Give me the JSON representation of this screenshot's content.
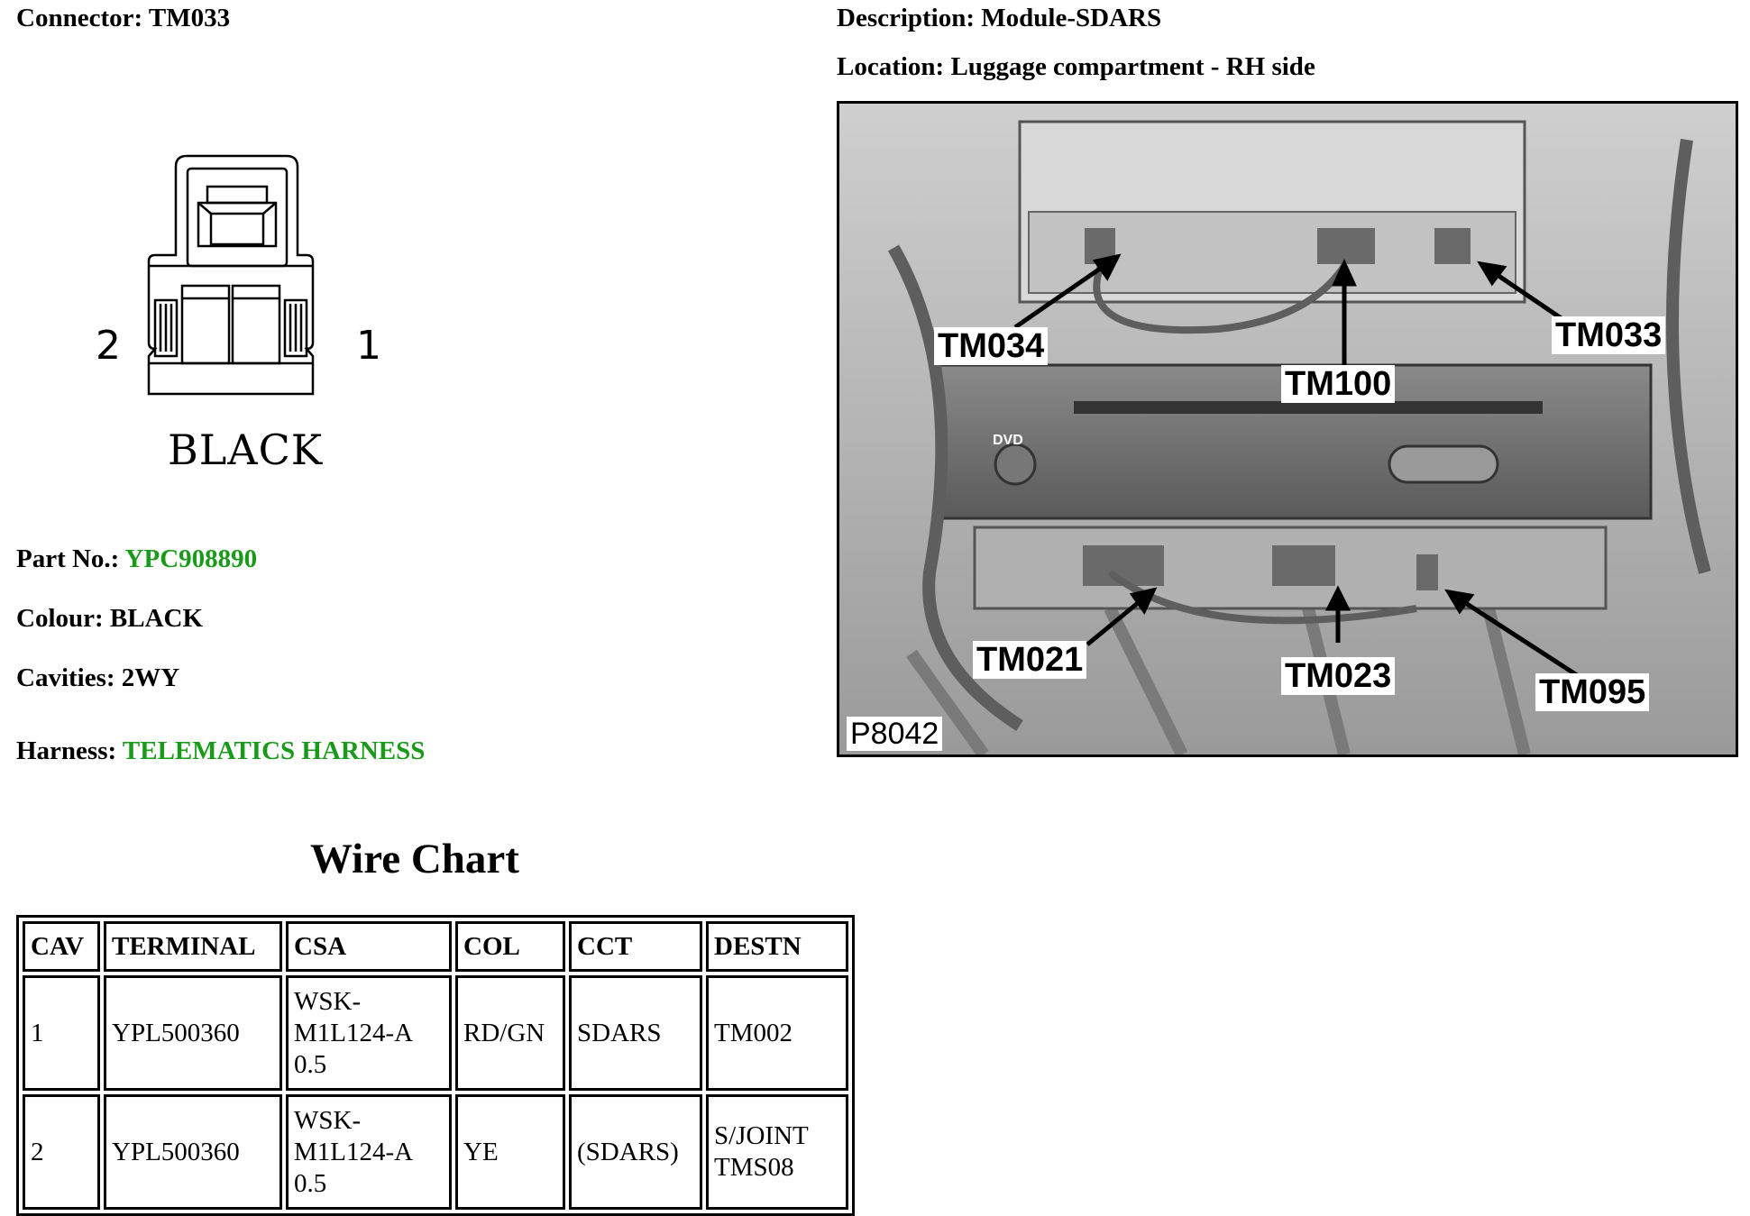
{
  "connector": {
    "label": "Connector:",
    "value": "TM033"
  },
  "description": {
    "label": "Description:",
    "value": "Module-SDARS"
  },
  "location": {
    "label": "Location:",
    "value": "Luggage compartment - RH side"
  },
  "diagram": {
    "pin_left": "2",
    "pin_right": "1",
    "colour_label": "BLACK"
  },
  "part_no": {
    "label": "Part No.:",
    "value": "YPC908890"
  },
  "colour": {
    "label": "Colour:",
    "value": "BLACK"
  },
  "cavities": {
    "label": "Cavities:",
    "value": "2WY"
  },
  "harness": {
    "label": "Harness:",
    "value": "TELEMATICS HARNESS"
  },
  "wire_chart": {
    "title": "Wire Chart",
    "columns": [
      "CAV",
      "TERMINAL",
      "CSA",
      "COL",
      "CCT",
      "DESTN"
    ],
    "rows": [
      {
        "cav": "1",
        "terminal": "YPL500360",
        "csa": [
          "WSK-",
          "M1L124-A",
          "0.5"
        ],
        "col": "RD/GN",
        "cct": "SDARS",
        "destn": [
          "TM002"
        ]
      },
      {
        "cav": "2",
        "terminal": "YPL500360",
        "csa": [
          "WSK-",
          "M1L124-A",
          "0.5"
        ],
        "col": "YE",
        "cct": "(SDARS)",
        "destn": [
          "S/JOINT",
          "TMS08"
        ]
      }
    ]
  },
  "photo": {
    "callouts": [
      "TM034",
      "TM100",
      "TM033",
      "TM021",
      "TM023",
      "TM095"
    ],
    "ref_code": "P8042",
    "dvd_label": "DVD"
  },
  "colors": {
    "link_green": "#1a9a1a"
  }
}
